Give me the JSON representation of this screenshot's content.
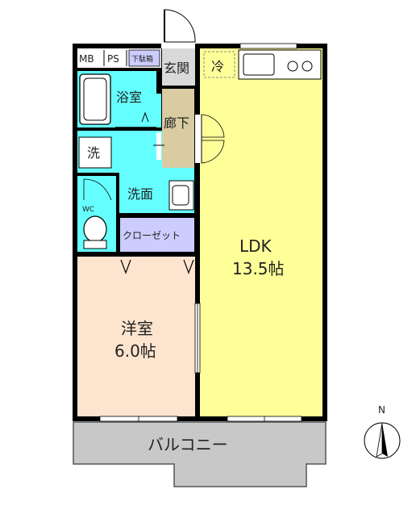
{
  "rooms": {
    "ldk_name": "LDK",
    "ldk_size": "13.5帖",
    "western_name": "洋室",
    "western_size": "6.0帖",
    "bathroom": "浴室",
    "corridor": "廊下",
    "entrance": "玄関",
    "refrigerator": "冷",
    "laundry": "洗",
    "washroom": "洗面",
    "wc": "WC",
    "closet": "クローゼット",
    "shoe_box": "下駄箱",
    "mb": "MB",
    "ps": "PS",
    "balcony": "バルコニー"
  },
  "compass": {
    "label": "N"
  },
  "colors": {
    "ldk": "#ffff99",
    "western": "#fde4cf",
    "wet": "#66ffff",
    "corridor": "#d9cca3",
    "closet": "#ccccff",
    "entrance": "#d9d9d9",
    "balcony": "#c8c8c8",
    "wall": "#000000"
  }
}
